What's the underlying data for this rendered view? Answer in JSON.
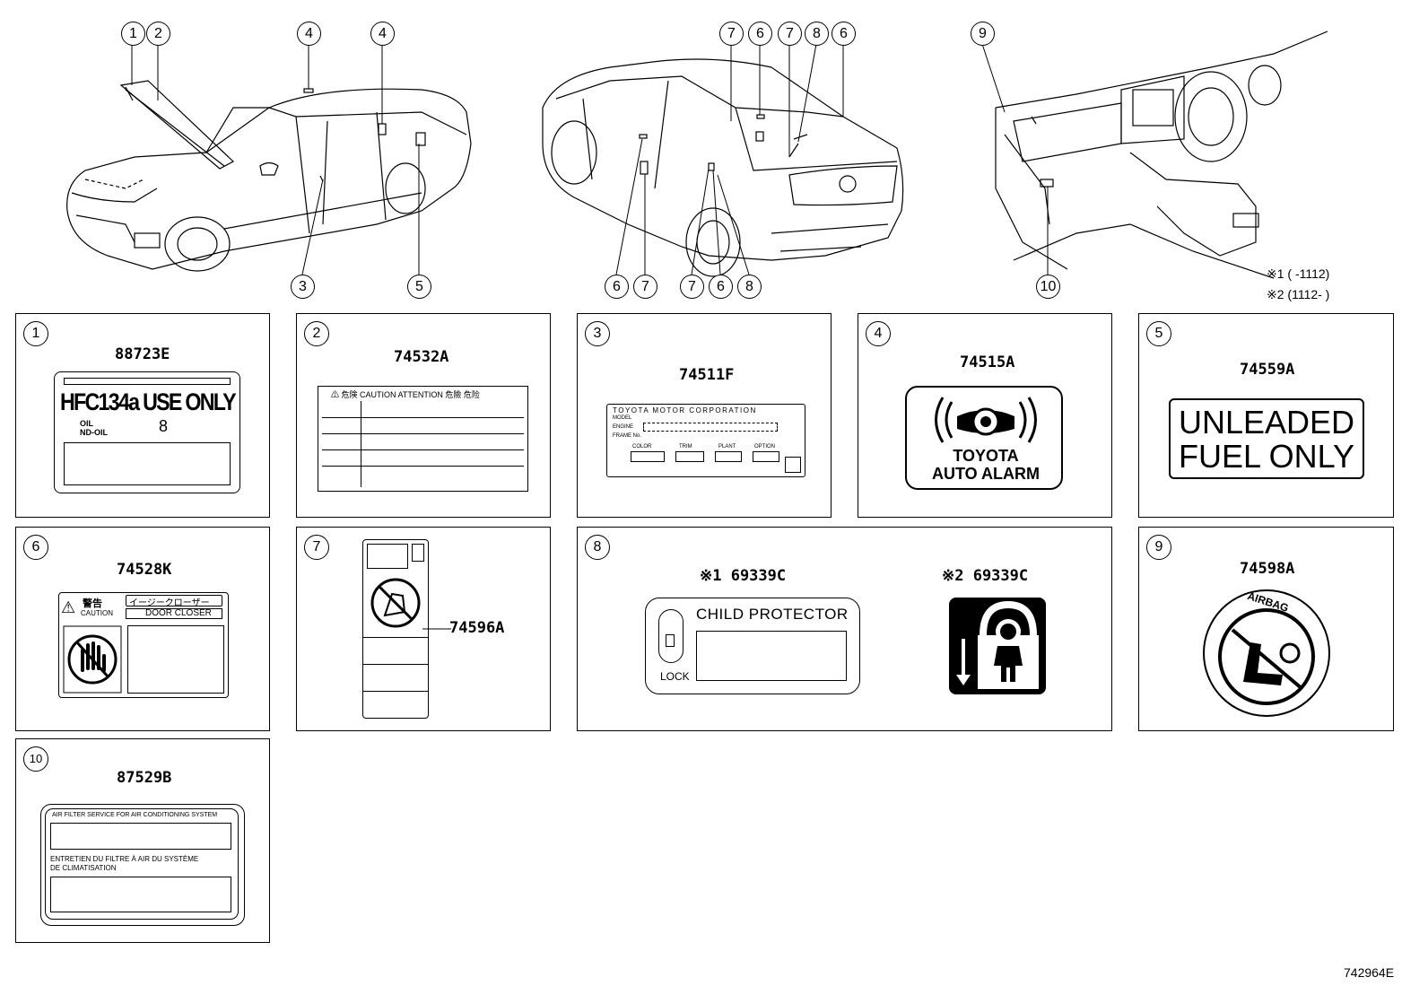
{
  "diagram_code": "742964E",
  "notes": {
    "n1": "※1 (      -1112)",
    "n2": "※2 (1112-      )"
  },
  "callouts": {
    "car1": [
      "1",
      "2",
      "4",
      "4",
      "3",
      "5"
    ],
    "car2": [
      "7",
      "6",
      "7",
      "8",
      "6",
      "6",
      "7",
      "7",
      "6",
      "8"
    ],
    "dash": [
      "9",
      "10"
    ]
  },
  "panels": [
    {
      "num": "1",
      "part": "88723E"
    },
    {
      "num": "2",
      "part": "74532A"
    },
    {
      "num": "3",
      "part": "74511F"
    },
    {
      "num": "4",
      "part": "74515A"
    },
    {
      "num": "5",
      "part": "74559A"
    },
    {
      "num": "6",
      "part": "74528K"
    },
    {
      "num": "7",
      "part": "74596A"
    },
    {
      "num": "8",
      "part_a": "※1 69339C",
      "part_b": "※2 69339C"
    },
    {
      "num": "9",
      "part": "74598A"
    },
    {
      "num": "10",
      "part": "87529B"
    }
  ],
  "label_text": {
    "hfc": "HFC134a USE ONLY",
    "oil": "OIL",
    "oil2": "ND-OIL",
    "oil_num": "8",
    "caution_header": "⚠ 危険  CAUTION  ATTENTION 危險  危险",
    "toyota_corp": "TOYOTA MOTOR CORPORATION",
    "vin_fields": [
      "MODEL",
      "ENGINE",
      "FRAME No."
    ],
    "code_fields": [
      "COLOR",
      "TRIM",
      "PLANT",
      "OPTION"
    ],
    "alarm_line1": "TOYOTA",
    "alarm_line2": "AUTO ALARM",
    "unleaded_1": "UNLEADED",
    "unleaded_2": "FUEL ONLY",
    "warn_jp": "警告",
    "caution_small": "CAUTION",
    "door_jp": "イージークローザー",
    "door_en": "DOOR CLOSER",
    "child": "CHILD  PROTECTOR",
    "lock": "LOCK",
    "airbag": "AIRBAG",
    "air_filter_en": "AIR FILTER SERVICE FOR AIR CONDITIONING SYSTEM",
    "air_filter_fr1": "ENTRETIEN DU FILTRE À AIR DU SYSTÈME",
    "air_filter_fr2": "DE CLIMATISATION"
  }
}
